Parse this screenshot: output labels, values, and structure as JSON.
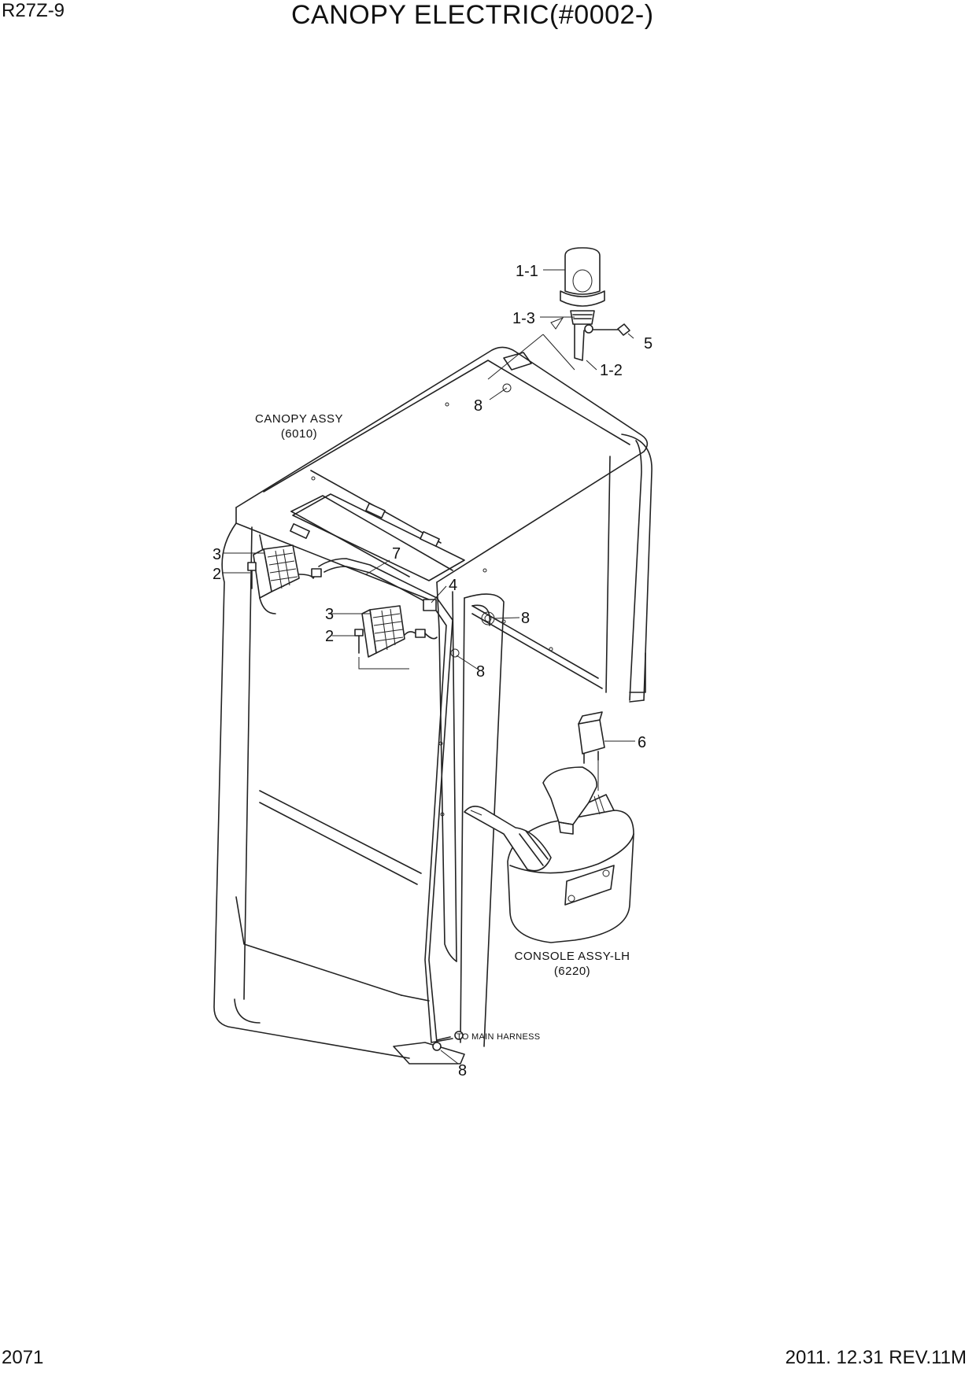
{
  "header": {
    "model": "R27Z-9",
    "title": "CANOPY ELECTRIC(#0002-)"
  },
  "footer": {
    "page": "2071",
    "revision": "2011. 12.31  REV.11M"
  },
  "assemblies": {
    "canopy": {
      "name": "CANOPY ASSY",
      "ref": "(6010)"
    },
    "console": {
      "name": "CONSOLE ASSY-LH",
      "ref": "(6220)"
    },
    "harness_note": "TO MAIN HARNESS"
  },
  "callouts": {
    "c1_1": "1-1",
    "c1_3": "1-3",
    "c5": "5",
    "c1_2": "1-2",
    "c8_top": "8",
    "c3_a": "3",
    "c2_a": "2",
    "c7": "7",
    "c4": "4",
    "c3_b": "3",
    "c2_b": "2",
    "c8_mid": "8",
    "c8_post": "8",
    "c6": "6",
    "c8_bottom": "8"
  }
}
